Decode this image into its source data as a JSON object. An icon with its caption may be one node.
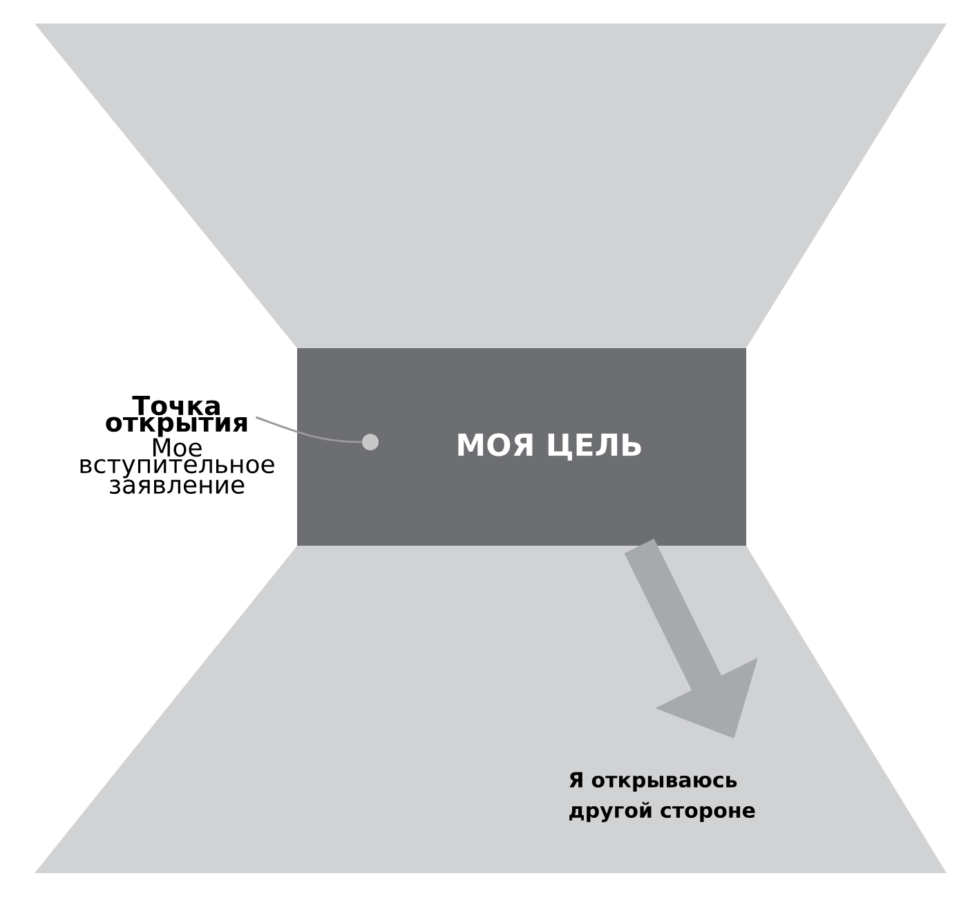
{
  "diagram": {
    "nodes": [
      {
        "text": [],
        "shape": "trapezoid"
      },
      {
        "text": [
          "МОЯ ЦЕЛЬ"
        ]
      },
      {
        "text": [],
        "shape": "trapezoid"
      },
      {
        "text": [
          "Я открываюсь другой стороне"
        ],
        "in": 2
      },
      {
        "text": [
          "Точка открытия",
          "Мое вступительное заявление"
        ]
      },
      {
        "text": [],
        "shape": "circle",
        "in": 1
      }
    ],
    "edges": [
      {
        "from": 1,
        "to": 3,
        "arrow": "to",
        "style": "thick",
        "color": "#a7a9ac"
      },
      {
        "from": 4,
        "to": 5,
        "arrow": "none"
      }
    ]
  }
}
